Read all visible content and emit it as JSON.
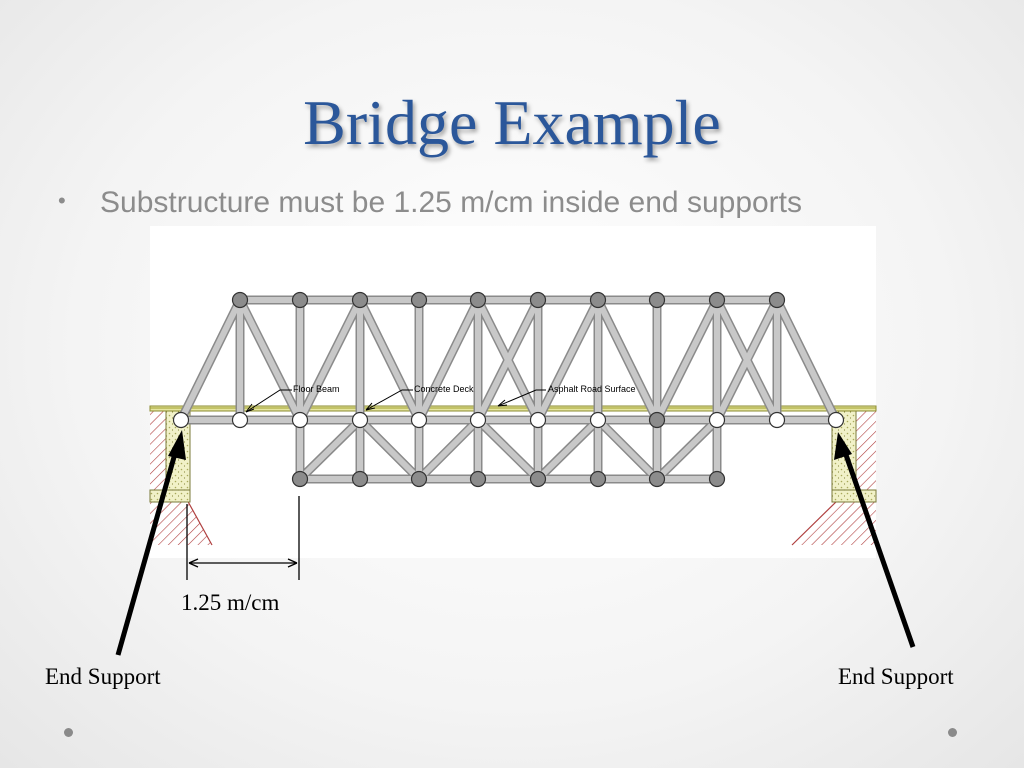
{
  "slide": {
    "title": "Bridge Example",
    "bullet_symbol": "•",
    "bullet_text": "Substructure must be 1.25 m/cm inside end supports"
  },
  "diagram": {
    "callouts": {
      "floor_beam": "Floor Beam",
      "concrete_deck": "Concrete Deck",
      "asphalt_road": "Asphalt Road Surface"
    },
    "dimension_label": "1.25 m/cm",
    "end_support_left": "End Support",
    "end_support_right": "End Support"
  },
  "colors": {
    "title": "#2b579a",
    "bullet": "#8c8c8c",
    "member": "#c8c8c8",
    "member_outline": "#8a8a8a",
    "joint_dark": "#8c8c8c",
    "joint_light": "#ffffff",
    "deck": "#e6e6a0",
    "hatch": "#b04040"
  }
}
